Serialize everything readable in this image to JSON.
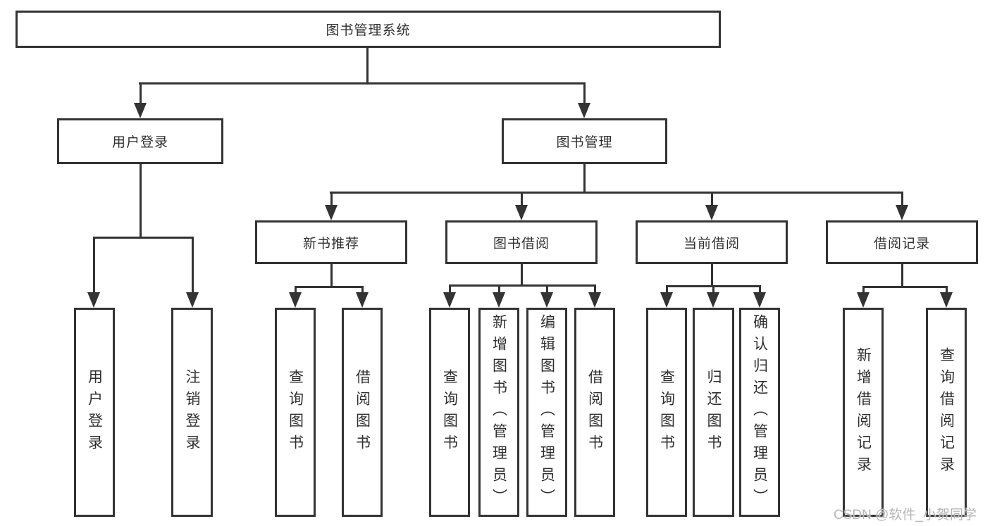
{
  "tree": {
    "label": "图书管理系统",
    "children": [
      {
        "label": "用户登录",
        "children": [
          {
            "label": "用户登录"
          },
          {
            "label": "注销登录"
          }
        ]
      },
      {
        "label": "图书管理",
        "children": [
          {
            "label": "新书推荐",
            "children": [
              {
                "label": "查询图书"
              },
              {
                "label": "借阅图书"
              }
            ]
          },
          {
            "label": "图书借阅",
            "children": [
              {
                "label": "查询图书"
              },
              {
                "label": "新增图书（管理员）"
              },
              {
                "label": "编辑图书（管理员）"
              },
              {
                "label": "借阅图书"
              }
            ]
          },
          {
            "label": "当前借阅",
            "children": [
              {
                "label": "查询图书"
              },
              {
                "label": "归还图书"
              },
              {
                "label": "确认归还（管理员）"
              }
            ]
          },
          {
            "label": "借阅记录",
            "children": [
              {
                "label": "新增借阅记录"
              },
              {
                "label": "查询借阅记录"
              }
            ]
          }
        ]
      }
    ]
  },
  "watermark": {
    "text": "CSDN @软件_小贺同学"
  },
  "colors": {
    "line": "#333333",
    "text": "#2f2f2f",
    "watermark": "#b5b5b9",
    "background": "#ffffff"
  }
}
